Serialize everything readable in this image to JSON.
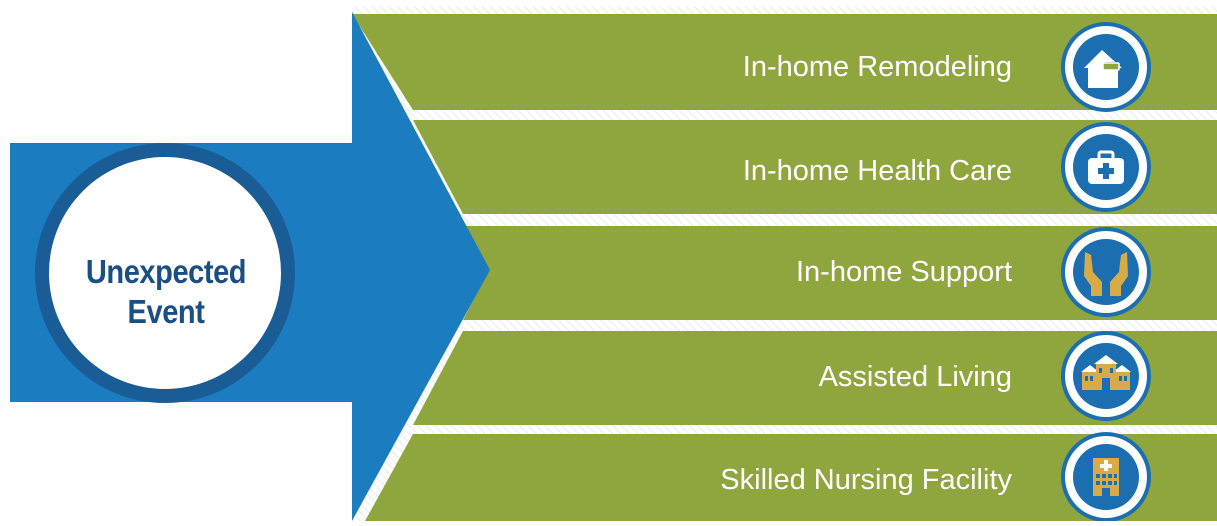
{
  "center": {
    "line1": "Unexpected",
    "line2": "Event"
  },
  "options": [
    {
      "label": "In-home Remodeling",
      "icon": "house-paint-roller-icon"
    },
    {
      "label": "In-home Health Care",
      "icon": "medical-kit-icon"
    },
    {
      "label": "In-home Support",
      "icon": "supporting-hands-icon"
    },
    {
      "label": "Assisted Living",
      "icon": "assisted-living-building-icon"
    },
    {
      "label": "Skilled Nursing Facility",
      "icon": "hospital-building-icon"
    }
  ],
  "colors": {
    "band": "#8fa53e",
    "arrow": "#1b7cc0",
    "ring_dark": "#1a5c95",
    "icon_fill": "#1b6fb0",
    "icon_gold": "#d9ab46",
    "label_text": "#1a4f86"
  }
}
